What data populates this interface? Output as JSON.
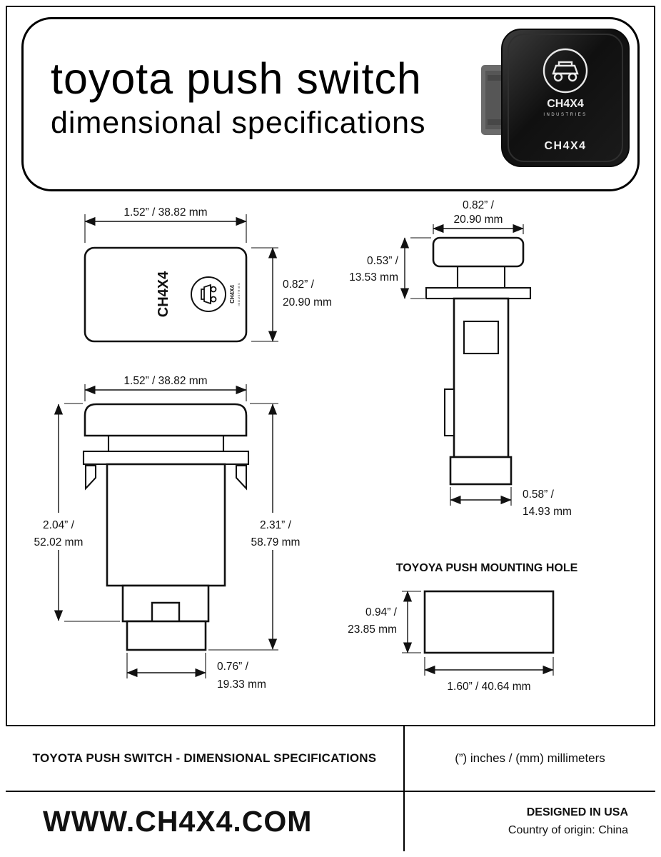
{
  "header": {
    "title_line1": "toyota push switch",
    "title_line2": "dimensional specifications",
    "product": {
      "emblem_text": "CH4X4",
      "emblem_sub": "INDUSTRIES",
      "face_label": "CH4X4"
    }
  },
  "views": {
    "face": {
      "width_label": "1.52” / 38.82 mm",
      "height_l1": "0.82” /",
      "height_l2": "20.90 mm",
      "logo_text": "CH4X4",
      "emblem_text": "CH4X4",
      "emblem_sub": "INDUSTRIES"
    },
    "side": {
      "width_l1": "0.82” /",
      "width_l2": "20.90 mm",
      "height_l1": "0.53” /",
      "height_l2": "13.53 mm",
      "base_l1": "0.58” /",
      "base_l2": "14.93 mm"
    },
    "front": {
      "width_label": "1.52” / 38.82 mm",
      "height_left_l1": "2.04” /",
      "height_left_l2": "52.02 mm",
      "height_right_l1": "2.31” /",
      "height_right_l2": "58.79 mm",
      "base_l1": "0.76” /",
      "base_l2": "19.33 mm"
    },
    "mounting_hole": {
      "title": "TOYOYA PUSH MOUNTING HOLE",
      "height_l1": "0.94” /",
      "height_l2": "23.85 mm",
      "width_label": "1.60” / 40.64 mm"
    }
  },
  "footer": {
    "spec_title": "TOYOTA PUSH SWITCH - DIMENSIONAL SPECIFICATIONS",
    "units": "(”) inches / (mm) millimeters",
    "website": "WWW.CH4X4.COM",
    "designed_in": "DESIGNED IN USA",
    "origin": "Country of origin: China"
  }
}
